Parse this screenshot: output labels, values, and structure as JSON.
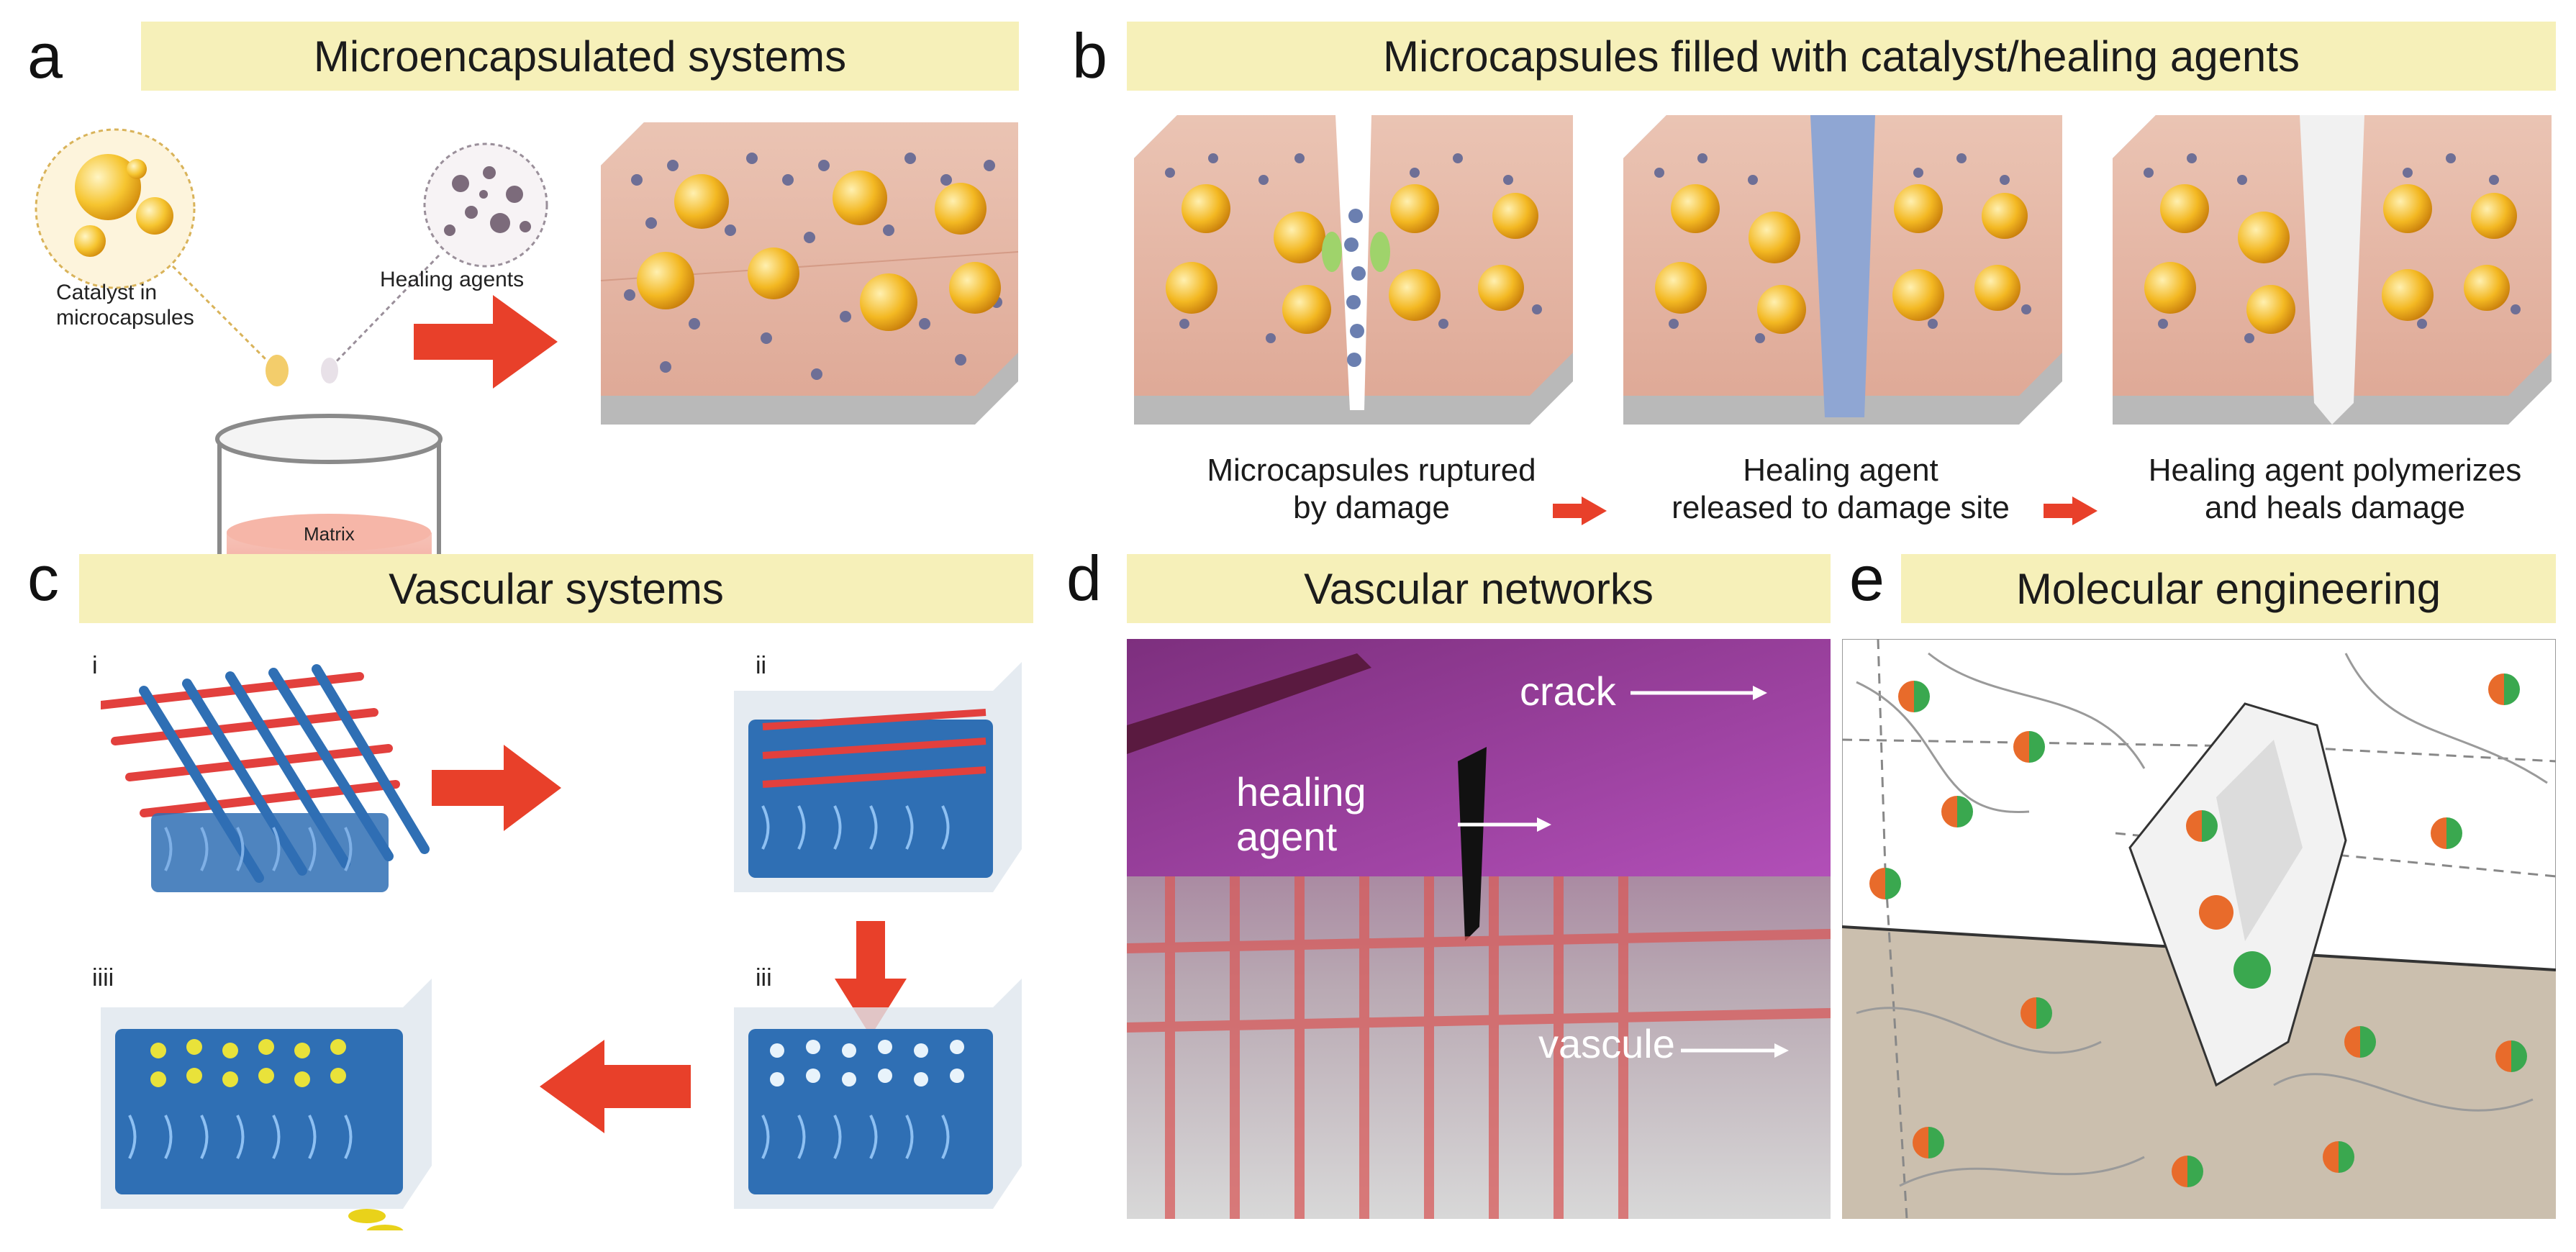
{
  "panels": {
    "a": {
      "letter": "a",
      "title": "Microencapsulated systems",
      "labels": {
        "catalyst": "Catalyst in\nmicrocapsules",
        "healing": "Healing agents",
        "matrix": "Matrix"
      }
    },
    "b": {
      "letter": "b",
      "title": "Microcapsules filled with catalyst/healing agents",
      "steps": [
        "Microcapsules ruptured\nby damage",
        "Healing agent\nreleased to damage site",
        "Healing agent polymerizes\nand heals damage"
      ]
    },
    "c": {
      "letter": "c",
      "title": "Vascular systems",
      "stages": [
        "i",
        "ii",
        "iii",
        "iiii"
      ]
    },
    "d": {
      "letter": "d",
      "title": "Vascular networks",
      "annotations": {
        "crack": "crack",
        "healing": "healing\nagent",
        "vascule": "vascule"
      }
    },
    "e": {
      "letter": "e",
      "title": "Molecular engineering"
    }
  },
  "colors": {
    "banner": "#f6f0b9",
    "arrow": "#e8402a",
    "capsule": "#f2b21b",
    "block": "#e9b8a4",
    "vascular_blue": "#2f6fb4",
    "vascular_red": "#e2403d",
    "vascular_yellow": "#e9e23a",
    "network_purple": "#a24aa8",
    "gel_beige": "#cbbfae",
    "dot_green": "#3aa84f",
    "dot_orange": "#e86b2b"
  }
}
